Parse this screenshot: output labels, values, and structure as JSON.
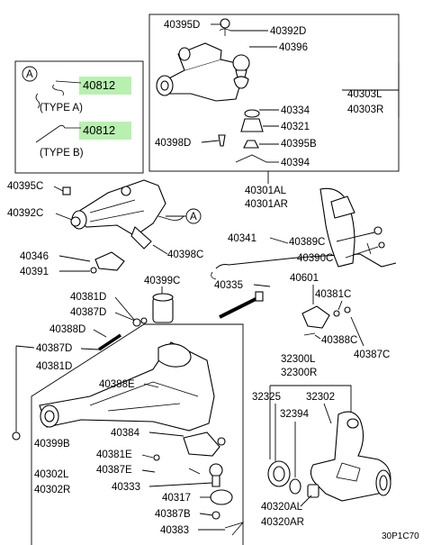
{
  "inset": {
    "letter": "A",
    "type_a": {
      "part": "40812",
      "caption": "(TYPE A)"
    },
    "type_b": {
      "part": "40812",
      "caption": "(TYPE B)"
    }
  },
  "callout_letter": "A",
  "diagram_code": "30P1C70",
  "labels": {
    "p40395D": "40395D",
    "p40392D": "40392D",
    "p40396": "40396",
    "p40303L": "40303L",
    "p40303R": "40303R",
    "p40334": "40334",
    "p40321": "40321",
    "p40398D": "40398D",
    "p40395B": "40395B",
    "p40394": "40394",
    "p40301AL": "40301AL",
    "p40301AR": "40301AR",
    "p40395C": "40395C",
    "p40392C": "40392C",
    "p40341": "40341",
    "p40389C": "40389C",
    "p40390C": "40390C",
    "p40398C": "40398C",
    "p40346": "40346",
    "p40391": "40391",
    "p40399C": "40399C",
    "p40335": "40335",
    "p40601": "40601",
    "p40381C": "40381C",
    "p40388C": "40388C",
    "p40387C": "40387C",
    "p40381D": "40381D",
    "p40387D_a": "40387D",
    "p40388D": "40388D",
    "p40387D_b": "40387D",
    "p40381D_b": "40381D",
    "p40388E": "40388E",
    "p40399B": "40399B",
    "p40384": "40384",
    "p40381E": "40381E",
    "p40387E": "40387E",
    "p40302L": "40302L",
    "p40302R": "40302R",
    "p40333": "40333",
    "p40317": "40317",
    "p40387B": "40387B",
    "p40383": "40383",
    "p32300L": "32300L",
    "p32300R": "32300R",
    "p32325": "32325",
    "p32302": "32302",
    "p32394": "32394",
    "p40320AL": "40320AL",
    "p40320AR": "40320AR"
  },
  "colors": {
    "highlight": "#b8f0b0"
  }
}
